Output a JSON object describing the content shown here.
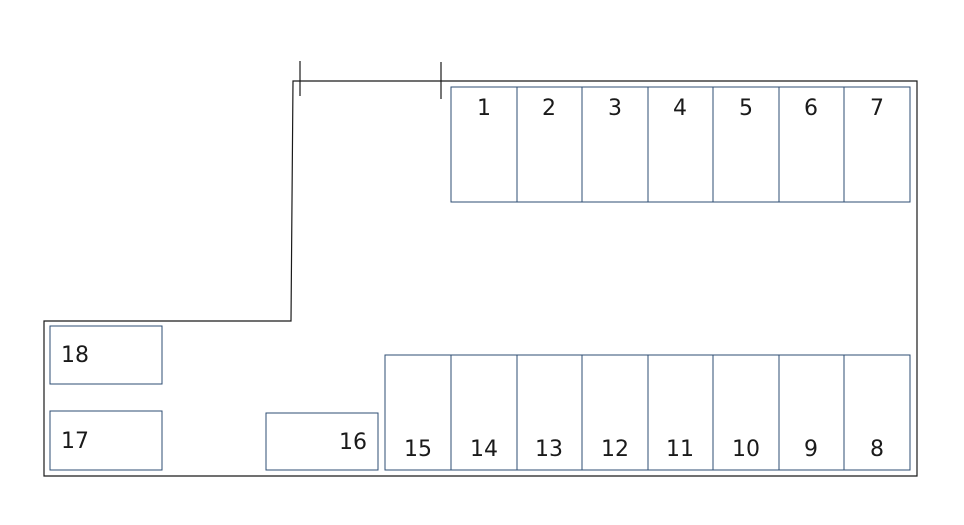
{
  "parking_lot": {
    "top_row": [
      "1",
      "2",
      "3",
      "4",
      "5",
      "6",
      "7"
    ],
    "bottom_row": [
      "15",
      "14",
      "13",
      "12",
      "11",
      "10",
      "9",
      "8"
    ],
    "left_column": [
      "18",
      "17"
    ],
    "single_space": "16",
    "colors": {
      "outline": "#1a1a1a",
      "space_border": "#2e4d73"
    }
  }
}
